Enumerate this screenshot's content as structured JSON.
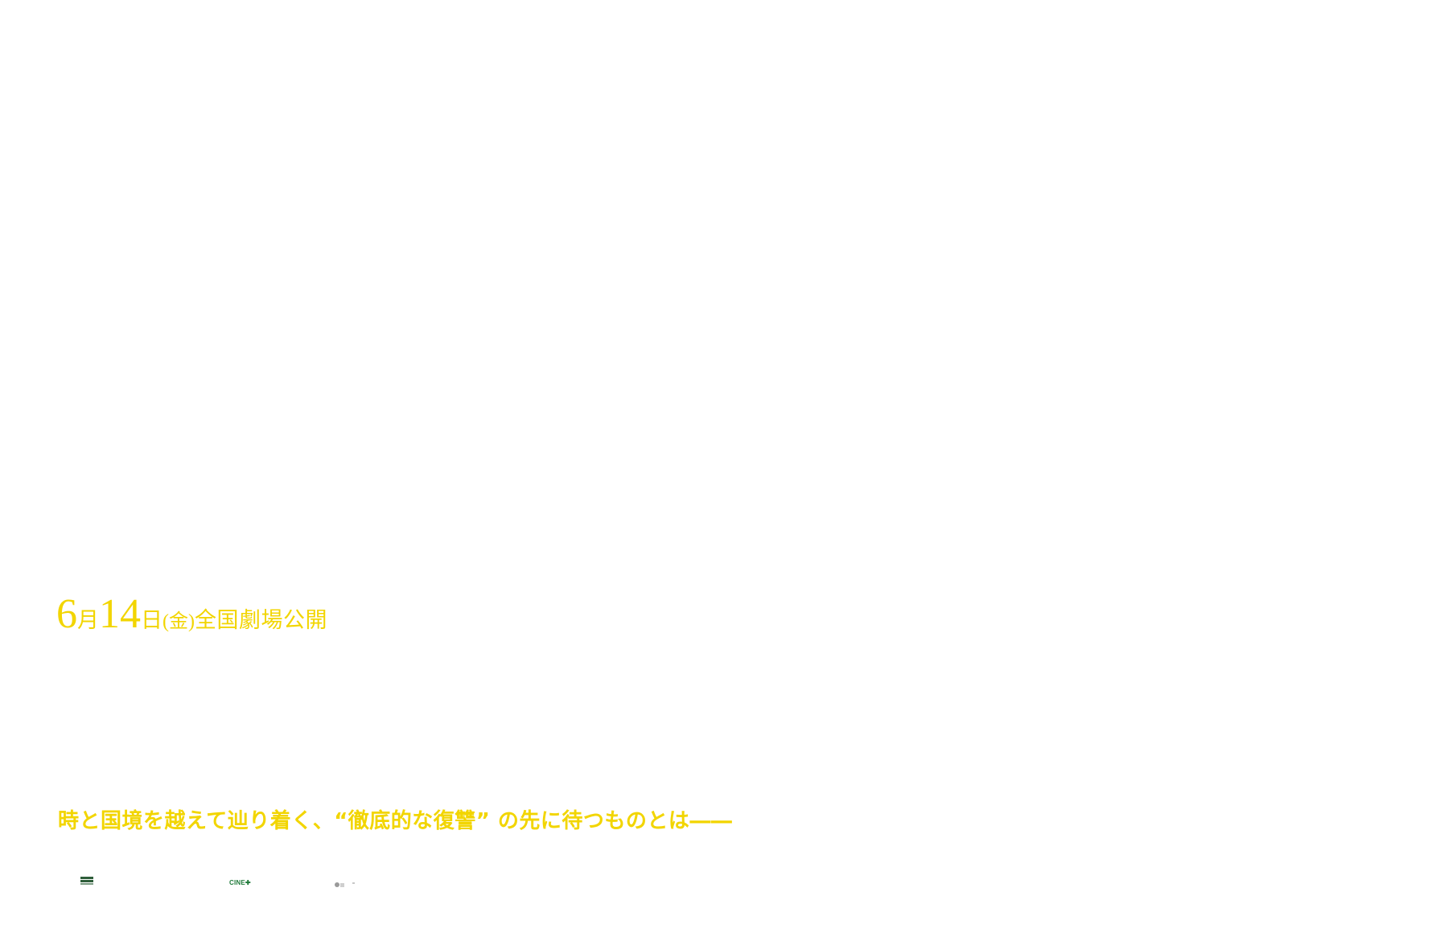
{
  "release": {
    "month_num": "6",
    "month_unit": "月",
    "day_num": "14",
    "day_unit": "日",
    "weekday": "(金)",
    "text": "全国劇場公開"
  },
  "tagline": "時と国境を越えて辿り着く、“徹底的な復讐” の先に待つものとは――",
  "logos": {
    "cine_plus": "CINE✚"
  },
  "colors": {
    "accent_yellow": "#f2d500",
    "logo_green": "#1f7a3a"
  }
}
